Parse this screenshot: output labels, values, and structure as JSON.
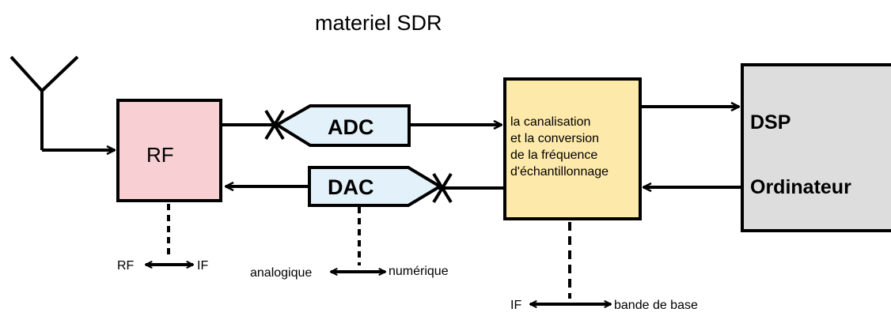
{
  "title": "materiel SDR",
  "rf_block": {
    "label": "RF",
    "fill": "#f8cfd2"
  },
  "adc_block": {
    "label": "ADC",
    "fill": "#e3f2fa"
  },
  "dac_block": {
    "label": "DAC",
    "fill": "#e3f2fa"
  },
  "channel_block": {
    "line1": "la canalisation",
    "line2": "et la conversion",
    "line3": "de la fréquence",
    "line4": "d'échantillonnage",
    "fill": "#fde9a9"
  },
  "dsp_block": {
    "label1": "DSP",
    "label2": "Ordinateur",
    "fill": "#dddddd"
  },
  "bottom_labels": {
    "rf_left": "RF",
    "rf_right": "IF",
    "dac_left": "analogique",
    "dac_right": "numérique",
    "chan_left": "IF",
    "chan_right": "bande de base"
  }
}
